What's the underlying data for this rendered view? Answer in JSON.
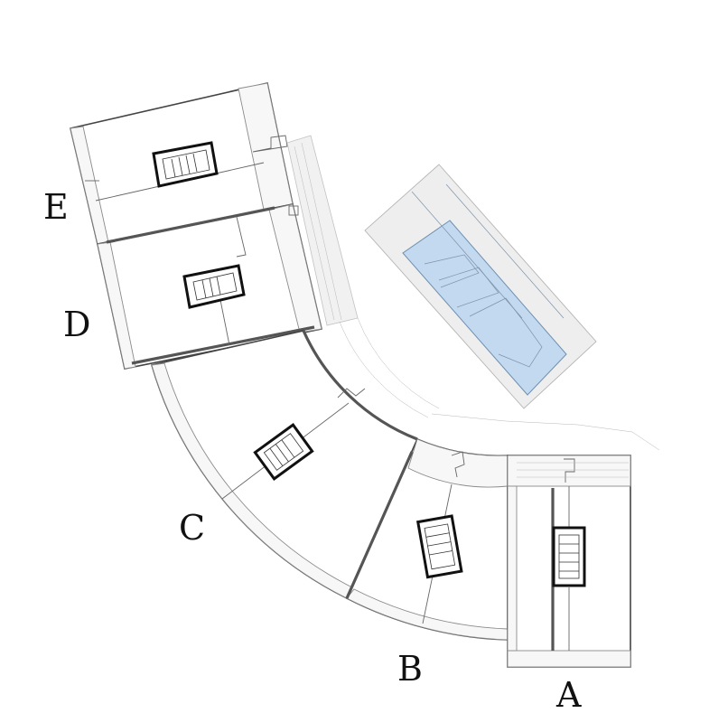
{
  "blocks": [
    {
      "id": "A",
      "label": "A"
    },
    {
      "id": "B",
      "label": "B"
    },
    {
      "id": "C",
      "label": "C"
    },
    {
      "id": "D",
      "label": "D"
    },
    {
      "id": "E",
      "label": "E"
    }
  ],
  "colors": {
    "background": "#ffffff",
    "walls": "#444444",
    "stair_core": "#111111",
    "pool_water": "#c2d9ef",
    "terrace": "#f1f1f1"
  },
  "icons": [
    "stair-core-icon",
    "pool-icon"
  ]
}
